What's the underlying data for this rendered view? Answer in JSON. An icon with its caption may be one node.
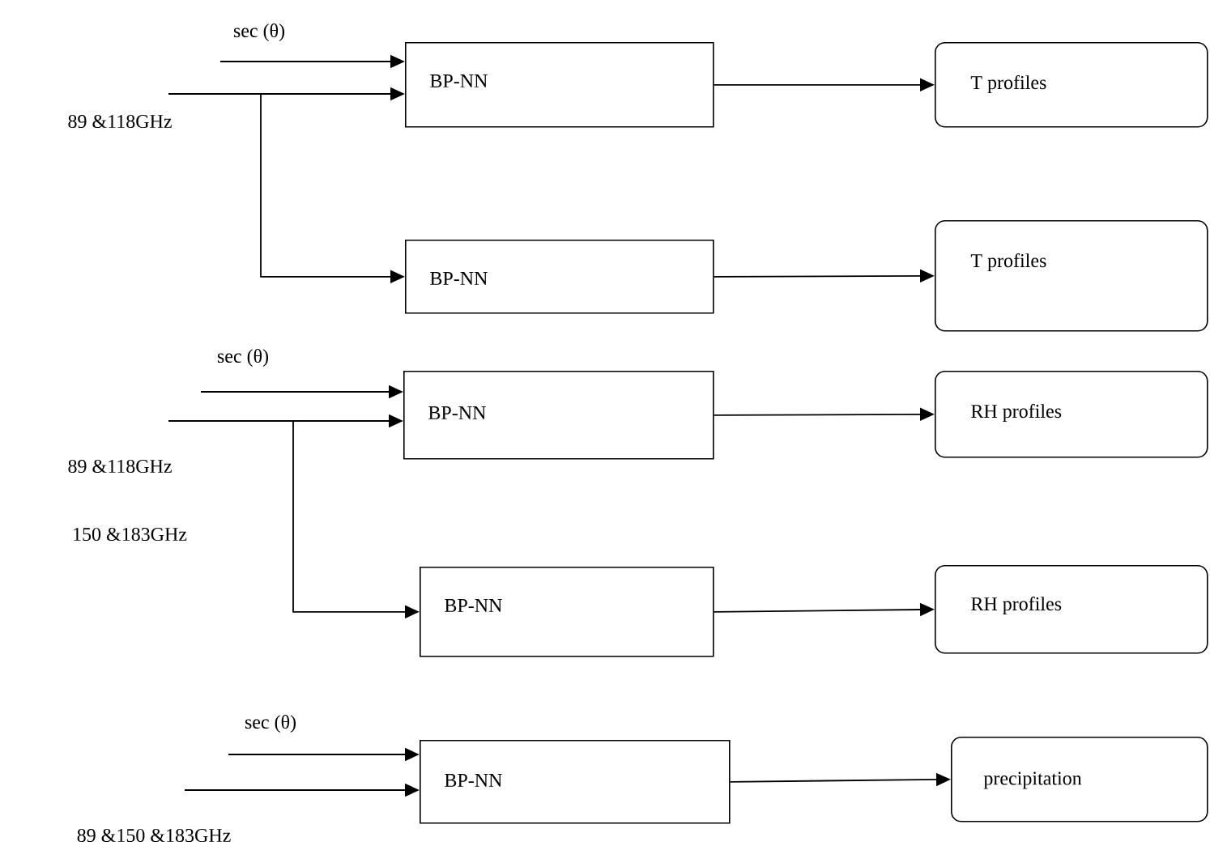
{
  "diagram": {
    "nodes": [
      {
        "text": [
          "BP-NN"
        ]
      },
      {
        "text": [
          "T profiles"
        ]
      },
      {
        "text": [
          "BP-NN"
        ]
      },
      {
        "text": [
          "T profiles"
        ]
      },
      {
        "text": [
          "BP-NN"
        ]
      },
      {
        "text": [
          "RH profiles"
        ]
      },
      {
        "text": [
          "BP-NN"
        ]
      },
      {
        "text": [
          "RH profiles"
        ]
      },
      {
        "text": [
          "BP-NN"
        ]
      },
      {
        "text": [
          "precipitation"
        ]
      }
    ],
    "edges": [
      {
        "from": null,
        "to": 0,
        "arrow": "to"
      },
      {
        "from": null,
        "to": 0,
        "arrow": "to"
      },
      {
        "from": null,
        "to": 2,
        "arrow": "to"
      },
      {
        "from": 0,
        "to": 1,
        "arrow": "to"
      },
      {
        "from": 2,
        "to": 3,
        "arrow": "to"
      },
      {
        "from": null,
        "to": 4,
        "arrow": "to"
      },
      {
        "from": null,
        "to": 4,
        "arrow": "to"
      },
      {
        "from": null,
        "to": 6,
        "arrow": "to"
      },
      {
        "from": 4,
        "to": 5,
        "arrow": "to"
      },
      {
        "from": 6,
        "to": 7,
        "arrow": "to"
      },
      {
        "from": null,
        "to": 8,
        "arrow": "to"
      },
      {
        "from": null,
        "to": 8,
        "arrow": "to"
      },
      {
        "from": 8,
        "to": 9,
        "arrow": "to"
      }
    ],
    "labels": [
      "sec (θ)",
      "89 &118GHz",
      "sec (θ)",
      "89 &118GHz",
      "150 &183GHz",
      "sec (θ)",
      "89 &150 &183GHz"
    ]
  }
}
